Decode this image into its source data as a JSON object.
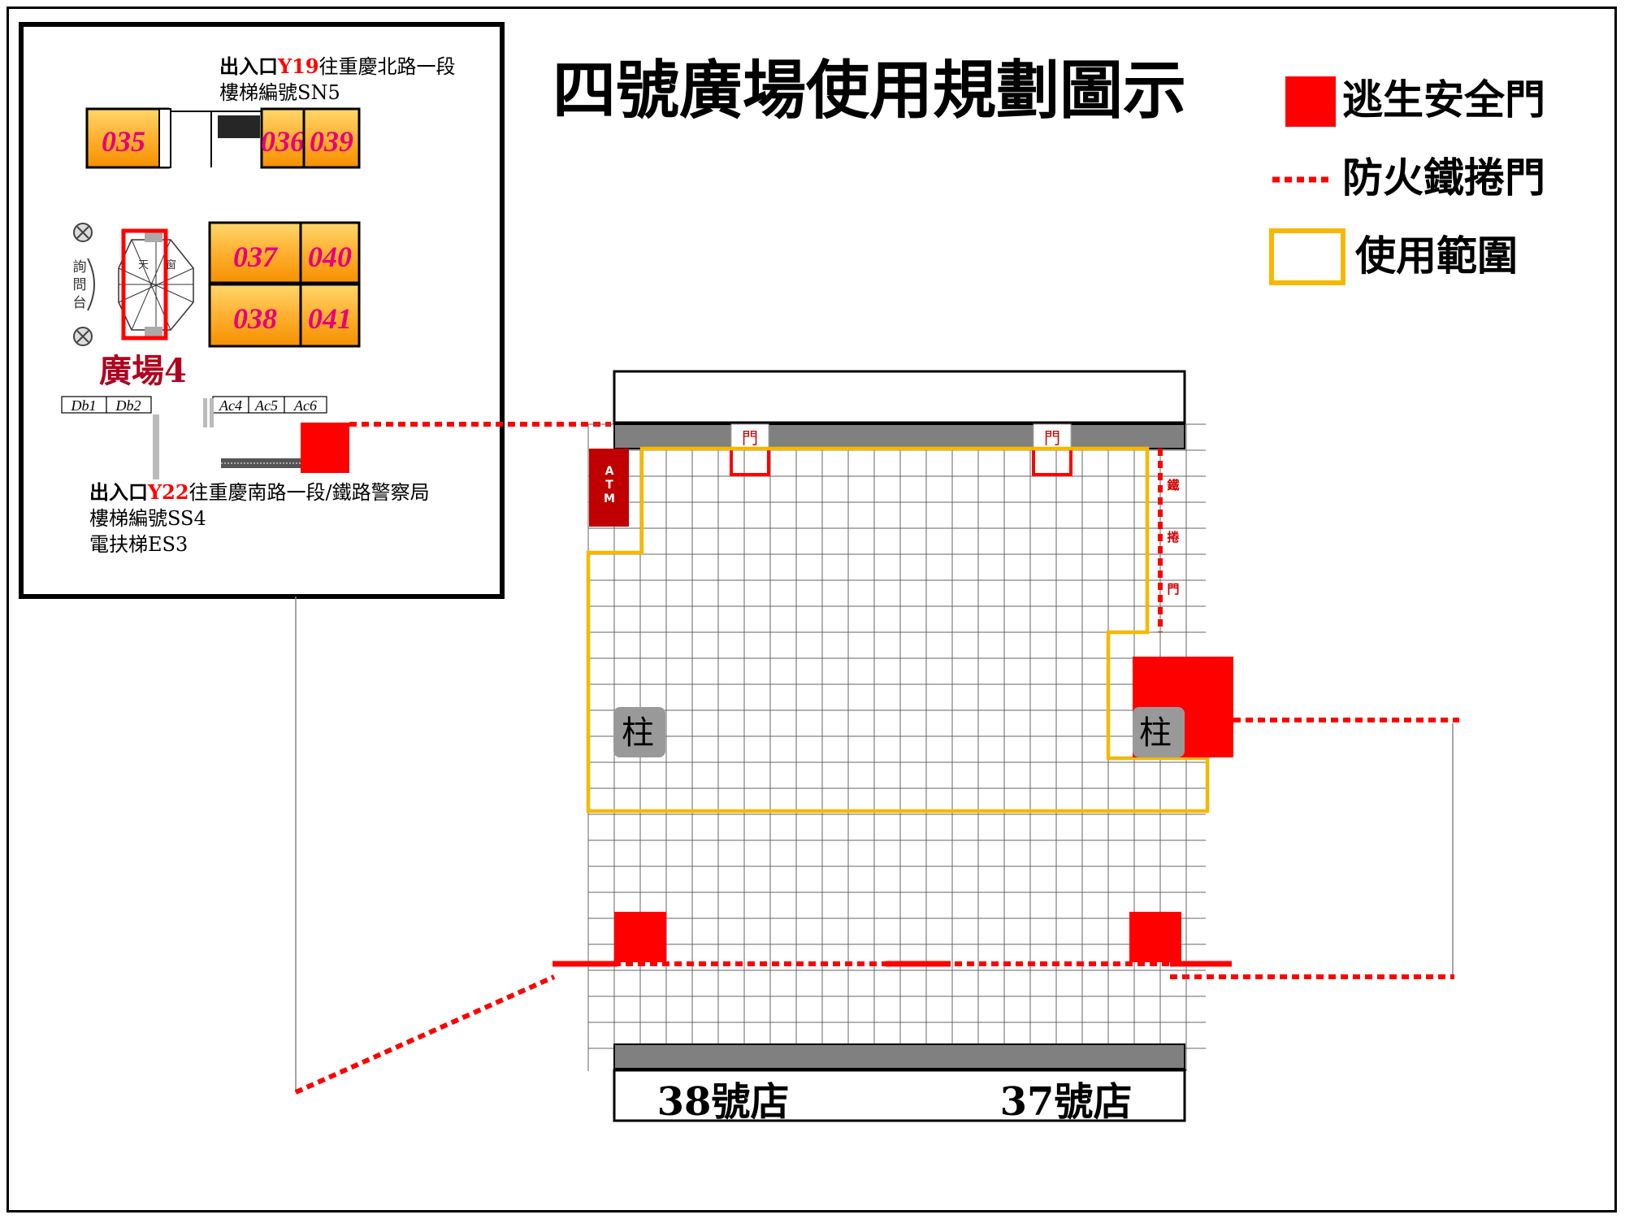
{
  "title": "四號廣場使用規劃圖示",
  "legend": {
    "exit_door": "逃生安全門",
    "fire_shutter": "防火鐵捲門",
    "use_area": "使用範圍"
  },
  "colors": {
    "exit_red": "#ff0000",
    "dark_red": "#c00000",
    "use_area": "#f5b800",
    "shop_orange": "#ffa31a",
    "shop_number": "#e6007e",
    "wall_gray": "#808080",
    "pillar_gray": "#999999",
    "plaza_label": "#b0001e"
  },
  "inset": {
    "entrance_north_prefix": "出入口",
    "entrance_north_code": "Y19",
    "entrance_north_dest": "往重慶北路一段",
    "stair_north": "樓梯編號SN5",
    "entrance_south_prefix": "出入口",
    "entrance_south_code": "Y22",
    "entrance_south_dest": "往重慶南路一段/鐵路警察局",
    "stair_south": "樓梯編號SS4",
    "escalator_south": "電扶梯ES3",
    "shops": [
      "035",
      "036",
      "039",
      "037",
      "040",
      "038",
      "041"
    ],
    "info_desk": "詢問台",
    "skylight": "天窗",
    "plaza_label": "廣場4",
    "pillar_labels": [
      "Db1",
      "Db2",
      "Ac4",
      "Ac5",
      "Ac6"
    ]
  },
  "plan": {
    "door_label": "門",
    "atm_label": "ATM",
    "shutter_label": "鐵捲門",
    "pillar_label": "柱",
    "shop_left": "38號店",
    "shop_right": "37號店"
  }
}
